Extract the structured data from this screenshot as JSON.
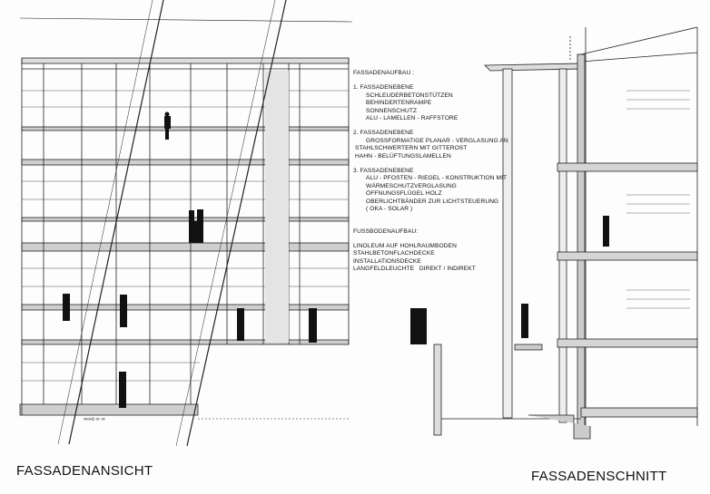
{
  "notes": {
    "facade_heading": "FASSADENAUFBAU :",
    "level1": {
      "title": "1. FASSADENEBENE",
      "items": [
        "SCHLEUDERBETONSTÜTZEN",
        "BEHINDERTENRAMPE",
        "SONNENSCHUTZ",
        "ALU - LAMELLEN - RAFFSTORE"
      ]
    },
    "level2": {
      "title": "2. FASSADENEBENE",
      "items": [
        "GROSSFORMATIGE PLANAR - VERGLASUNG AN",
        "STAHLSCHWERTERN MIT GITTEROST",
        "HAHN - BELÜFTUNGSLAMELLEN"
      ]
    },
    "level3": {
      "title": "3. FASSADENEBENE",
      "items": [
        "ALU - PFOSTEN - RIEGEL - KONSTRUKTION MIT",
        "WÄRMESCHUTZVERGLASUNG",
        "ÖFFNUNGSFLÜGEL HOLZ",
        "OBERLICHTBÄNDER ZUR LICHTSTEUERUNG",
        "( OKA - SOLAR )"
      ]
    },
    "floor_heading": "FUSSBODENAUFBAU:",
    "floor_items": [
      "LINOLEUM AUF HOHLRAUMBODEN",
      "STAHLBETONFLACHDECKE",
      "INSTALLATIONSDECKE",
      "LANGFELDLEUCHTE   DIREKT / INDIREKT"
    ]
  },
  "titles": {
    "elevation": "FASSADENANSICHT",
    "section": "FASSADENSCHNITT"
  }
}
